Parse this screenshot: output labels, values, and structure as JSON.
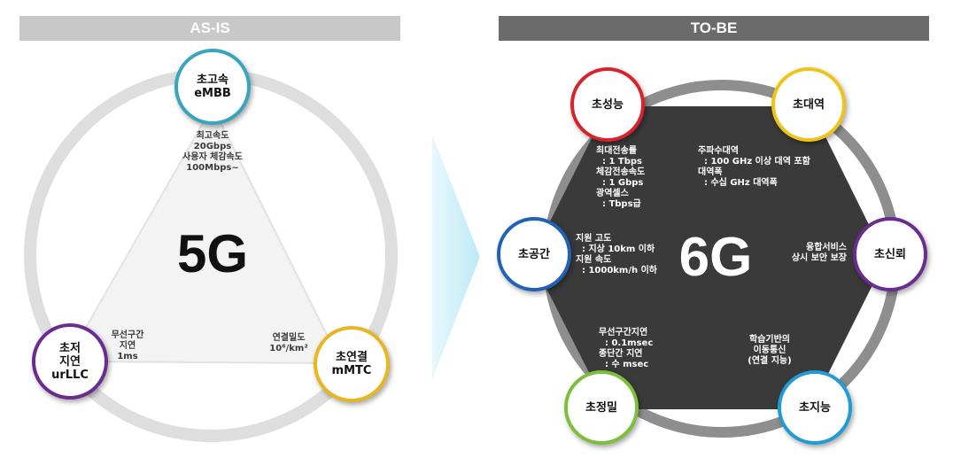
{
  "as_is": {
    "header": "AS-IS",
    "center": "5G",
    "nodes": [
      {
        "lines": [
          "초고속",
          "eMBB"
        ],
        "color": "#3aa3c0"
      },
      {
        "lines": [
          "초저",
          "지연",
          "urLLC"
        ],
        "color": "#6a2c8f"
      },
      {
        "lines": [
          "초연결",
          "mMTC"
        ],
        "color": "#e8b620"
      }
    ],
    "specs": {
      "top": "최고속도\n20Gbps\n사용자 체감속도\n100Mbps~",
      "left": "무선구간\n지연\n1ms",
      "right": "연결밀도\n10⁶/km²"
    }
  },
  "to_be": {
    "header": "TO-BE",
    "center": "6G",
    "nodes": [
      {
        "label": "초성능",
        "color": "#d8232a"
      },
      {
        "label": "초대역",
        "color": "#efc31a"
      },
      {
        "label": "초신뢰",
        "color": "#6a2c8f"
      },
      {
        "label": "초지능",
        "color": "#1f9bd6"
      },
      {
        "label": "초정밀",
        "color": "#7dbf3a"
      },
      {
        "label": "초공간",
        "color": "#1f62b8"
      }
    ],
    "specs": {
      "performance": "최대전송률\n  : 1 Tbps\n체감전송속도\n  : 1 Gbps\n광역셀스\n  : Tbps급",
      "bandwidth": "주파수대역\n  : 100 GHz 이상 대역 포함\n대역폭\n  : 수십 GHz 대역폭",
      "reliability": "융합서비스\n상시 보안 보장",
      "intelligence": "학습기반의\n이동통신\n(연결 지능)",
      "precision": "무선구간지연\n  : 0.1msec\n종단간 지연\n  : 수 msec",
      "space": "지원 고도\n  : 지상 10km 이하\n지원 속도\n  : 1000km/h 이하"
    }
  }
}
